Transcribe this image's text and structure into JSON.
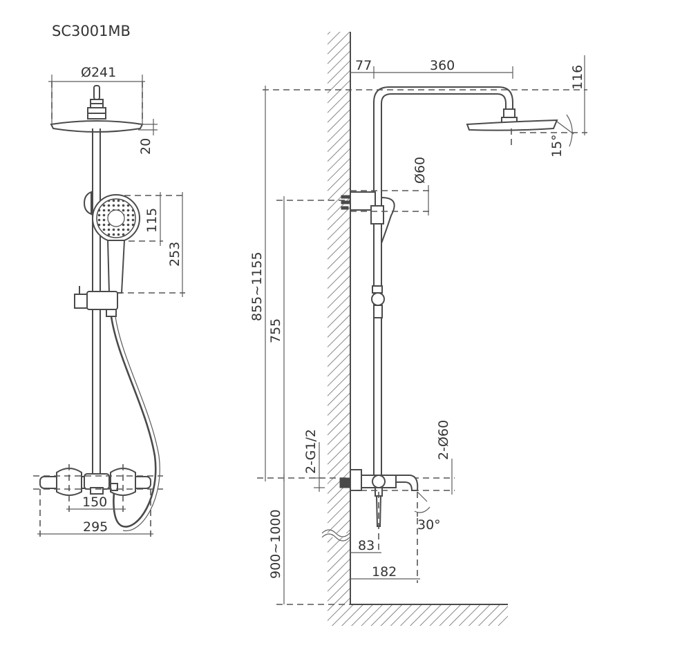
{
  "model_label": "SC3001MB",
  "front_view": {
    "head_diameter": "Ø241",
    "head_thickness": "20",
    "hand_shower_size": "115",
    "holder_drop": "253",
    "valve_centers": "150",
    "valve_width": "295"
  },
  "side_view": {
    "arm_offset": "77",
    "arm_length": "360",
    "head_drop": "116",
    "head_tilt": "15°",
    "bracket_diameter": "Ø60",
    "overall_height": "855~1155",
    "rail_height": "755",
    "inlet_thread": "2-G1/2",
    "escutcheon_diameter": "2-Ø60",
    "spout_angle": "30°",
    "valve_projection": "83",
    "spout_projection": "182",
    "install_height": "900~1000"
  }
}
